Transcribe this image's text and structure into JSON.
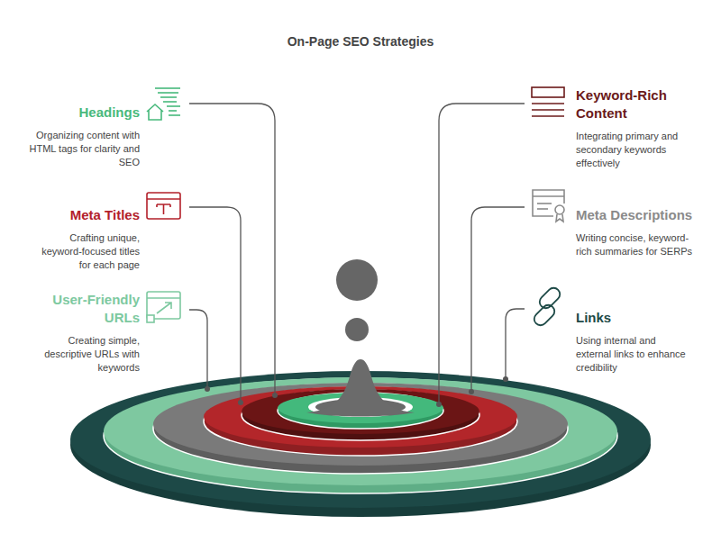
{
  "diagram": {
    "title": "On-Page SEO Strategies",
    "nodes": [
      {
        "text": [
          "Headings",
          "Organizing content with HTML tags for clarity and SEO"
        ]
      },
      {
        "text": [
          "Keyword-Rich Content",
          "Integrating primary and secondary keywords effectively"
        ]
      },
      {
        "text": [
          "Meta Titles",
          "Crafting unique, keyword-focused titles for each page"
        ]
      },
      {
        "text": [
          "Meta Descriptions",
          "Writing concise, keyword-rich summaries for SERPs"
        ]
      },
      {
        "text": [
          "User-Friendly URLs",
          "Creating simple, descriptive URLs with keywords"
        ]
      },
      {
        "text": [
          "Links",
          "Using internal and external links to enhance credibility"
        ]
      }
    ]
  }
}
